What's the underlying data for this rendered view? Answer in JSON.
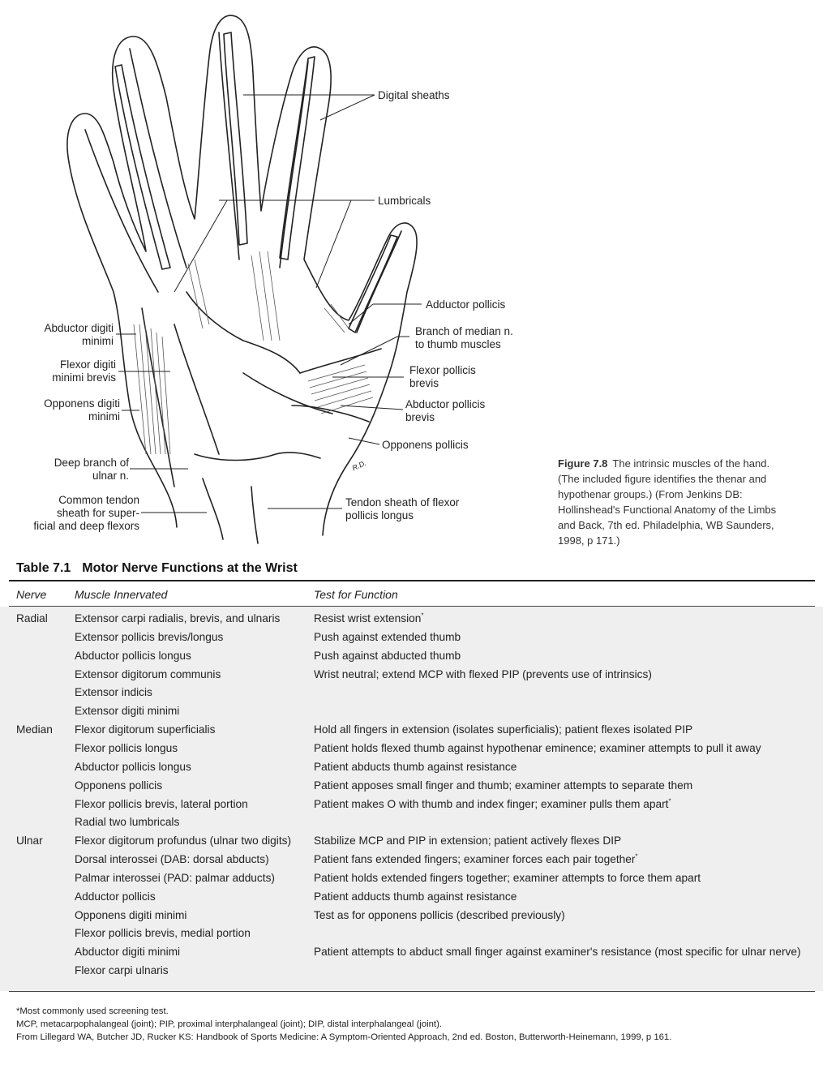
{
  "figure": {
    "labels": {
      "digital_sheaths": "Digital sheaths",
      "lumbricals": "Lumbricals",
      "adductor_pollicis": "Adductor pollicis",
      "branch_median": "Branch of median n.\nto thumb muscles",
      "flexor_pollicis_brevis": "Flexor pollicis\nbrevis",
      "abductor_pollicis_brevis": "Abductor pollicis\nbrevis",
      "opponens_pollicis": "Opponens pollicis",
      "tendon_sheath_fpl": "Tendon sheath of flexor\npollicis longus",
      "abductor_digiti_minimi": "Abductor digiti\nminimi",
      "flexor_digiti_minimi_brevis": "Flexor digiti\nminimi brevis",
      "opponens_digiti_minimi": "Opponens digiti\nminimi",
      "deep_branch_ulnar": "Deep branch of\nulnar n.",
      "common_tendon_sheath": "Common tendon\nsheath for super-\nficial and deep flexors",
      "artist_initials": "R.D."
    },
    "caption": {
      "number": "Figure 7.8",
      "lines": [
        "The intrinsic muscles of the hand.",
        "(The included figure identifies the thenar and",
        "hypothenar groups.) (From Jenkins DB:",
        "Hollinshead's Functional Anatomy of the Limbs",
        "and Back, 7th ed. Philadelphia, WB Saunders,",
        "1998, p 171.)"
      ]
    }
  },
  "table": {
    "number": "Table 7.1",
    "title": "Motor Nerve Functions at the Wrist",
    "headers": [
      "Nerve",
      "Muscle Innervated",
      "Test for Function"
    ],
    "rows": [
      {
        "nerve": "Radial",
        "muscle": "Extensor carpi radialis, brevis, and ulnaris",
        "test": "Resist wrist extension",
        "star": true
      },
      {
        "nerve": "",
        "muscle": "Extensor pollicis brevis/longus",
        "test": "Push against extended thumb"
      },
      {
        "nerve": "",
        "muscle": "Abductor pollicis longus",
        "test": "Push against abducted thumb"
      },
      {
        "nerve": "",
        "muscle": "Extensor digitorum communis",
        "test": "Wrist neutral; extend MCP with flexed PIP (prevents use of intrinsics)"
      },
      {
        "nerve": "",
        "muscle": "Extensor indicis",
        "test": ""
      },
      {
        "nerve": "",
        "muscle": "Extensor digiti minimi",
        "test": ""
      },
      {
        "nerve": "Median",
        "muscle": "Flexor digitorum superficialis",
        "test": "Hold all fingers in extension (isolates superficialis); patient flexes isolated PIP"
      },
      {
        "nerve": "",
        "muscle": "Flexor pollicis longus",
        "test": "Patient holds flexed thumb against hypothenar eminence; examiner attempts to pull it away"
      },
      {
        "nerve": "",
        "muscle": "Abductor pollicis longus",
        "test": "Patient abducts thumb against resistance"
      },
      {
        "nerve": "",
        "muscle": "Opponens pollicis",
        "test": "Patient apposes small finger and thumb; examiner attempts to separate them"
      },
      {
        "nerve": "",
        "muscle": "Flexor pollicis brevis, lateral portion",
        "test": "Patient makes O with thumb and index finger; examiner pulls them apart",
        "star": true
      },
      {
        "nerve": "",
        "muscle": "Radial two lumbricals",
        "test": ""
      },
      {
        "nerve": "Ulnar",
        "muscle": "Flexor digitorum profundus (ulnar two digits)",
        "test": "Stabilize MCP and PIP in extension; patient actively flexes DIP"
      },
      {
        "nerve": "",
        "muscle": "Dorsal interossei (DAB: dorsal abducts)",
        "test": "Patient fans extended fingers; examiner forces each pair together",
        "star": true
      },
      {
        "nerve": "",
        "muscle": "Palmar interossei (PAD: palmar adducts)",
        "test": "Patient holds extended fingers together; examiner attempts to force them apart"
      },
      {
        "nerve": "",
        "muscle": "Adductor pollicis",
        "test": "Patient adducts thumb against resistance"
      },
      {
        "nerve": "",
        "muscle": "Opponens digiti minimi",
        "test": "Test as for opponens pollicis (described previously)"
      },
      {
        "nerve": "",
        "muscle": "Flexor pollicis brevis, medial portion",
        "test": ""
      },
      {
        "nerve": "",
        "muscle": "Abductor digiti minimi",
        "test": "Patient attempts to abduct small finger against examiner's resistance (most specific for ulnar nerve)"
      },
      {
        "nerve": "",
        "muscle": "Flexor carpi ulnaris",
        "test": ""
      }
    ],
    "footnotes": [
      "*Most commonly used screening test.",
      "MCP, metacarpophalangeal (joint); PIP, proximal interphalangeal (joint); DIP, distal interphalangeal (joint).",
      "From Lillegard WA, Butcher JD, Rucker KS: Handbook of Sports Medicine: A Symptom-Oriented Approach, 2nd ed. Boston, Butterworth-Heinemann, 1999, p 161."
    ]
  }
}
